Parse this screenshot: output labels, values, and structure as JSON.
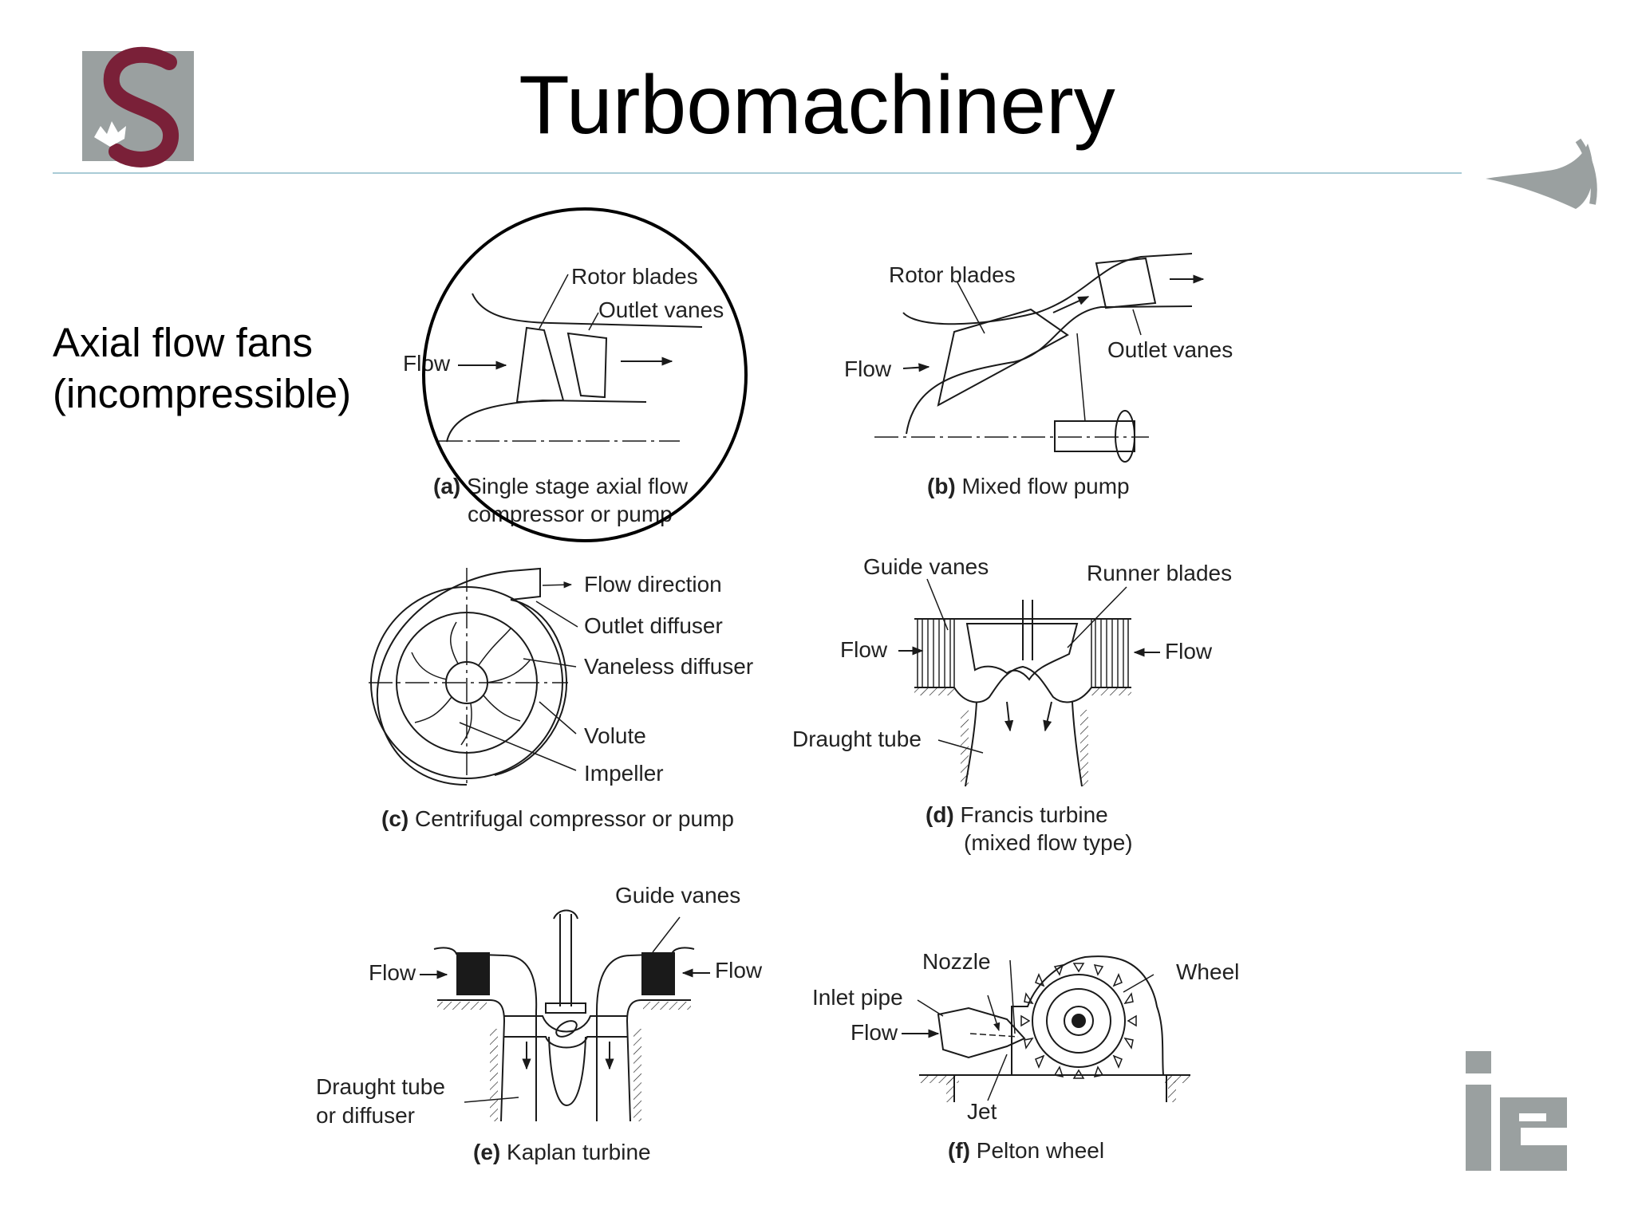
{
  "slide": {
    "title": "Turbomachinery",
    "subtitle_line1": "Axial flow fans",
    "subtitle_line2": "(incompressible)"
  },
  "colors": {
    "logo_maroon": "#7a2038",
    "logo_grey": "#9aa0a0",
    "divider": "#a9cbd6",
    "highlight_circle": "#000000"
  },
  "icons": {
    "top_left_logo": "stellenbosch-s-logo",
    "top_right_logo": "leaf-swoosh-logo",
    "bottom_right_logo": "ie-logo"
  },
  "panels": {
    "a": {
      "caption_tag": "(a)",
      "caption_line1": "Single stage axial flow",
      "caption_line2": "compressor or pump",
      "rotor_blades": "Rotor blades",
      "outlet_vanes": "Outlet vanes",
      "flow": "Flow"
    },
    "b": {
      "caption_tag": "(b)",
      "caption": "Mixed flow pump",
      "rotor_blades": "Rotor blades",
      "outlet_vanes": "Outlet vanes",
      "flow": "Flow"
    },
    "c": {
      "caption_tag": "(c)",
      "caption": "Centrifugal compressor or pump",
      "flow_direction": "Flow direction",
      "outlet_diffuser": "Outlet diffuser",
      "vaneless_diffuser": "Vaneless diffuser",
      "volute": "Volute",
      "impeller": "Impeller"
    },
    "d": {
      "caption_tag": "(d)",
      "caption_line1": "Francis turbine",
      "caption_line2": "(mixed flow type)",
      "guide_vanes": "Guide vanes",
      "runner_blades": "Runner blades",
      "flow_left": "Flow",
      "flow_right": "Flow",
      "draught_tube": "Draught tube"
    },
    "e": {
      "caption_tag": "(e)",
      "caption": "Kaplan turbine",
      "guide_vanes": "Guide vanes",
      "flow_left": "Flow",
      "flow_right": "Flow",
      "draught_line1": "Draught tube",
      "draught_line2": "or diffuser"
    },
    "f": {
      "caption_tag": "(f)",
      "caption": "Pelton wheel",
      "nozzle": "Nozzle",
      "wheel": "Wheel",
      "inlet_pipe": "Inlet pipe",
      "flow": "Flow",
      "jet": "Jet"
    }
  }
}
